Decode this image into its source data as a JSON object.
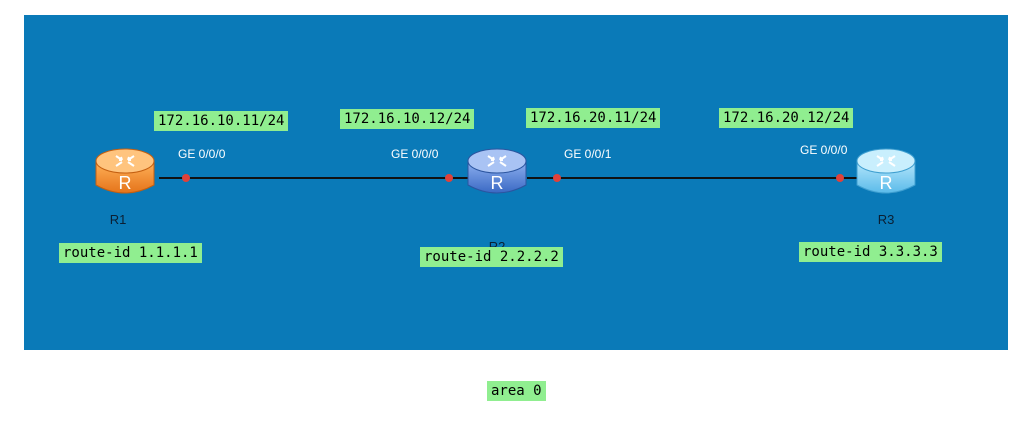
{
  "routers": [
    {
      "name": "R1",
      "route_id": "route-id 1.1.1.1",
      "color": "#f28a1e"
    },
    {
      "name": "R2",
      "route_id": "route-id 2.2.2.2",
      "color": "#4f7fd6"
    },
    {
      "name": "R3",
      "route_id": "route-id 3.3.3.3",
      "color": "#6cc6f0"
    }
  ],
  "interfaces": {
    "r1_ge000": {
      "port": "GE 0/0/0",
      "ip": "172.16.10.11/24"
    },
    "r2_ge000": {
      "port": "GE 0/0/0",
      "ip": "172.16.10.12/24"
    },
    "r2_ge001": {
      "port": "GE 0/0/1",
      "ip": "172.16.20.11/24"
    },
    "r3_ge000": {
      "port": "GE 0/0/0",
      "ip": "172.16.20.12/24"
    }
  },
  "area": "area 0",
  "colors": {
    "background": "#0a7ab8",
    "label_bg": "#90ee90",
    "port_dot": "#e0413a",
    "link": "#111111"
  }
}
